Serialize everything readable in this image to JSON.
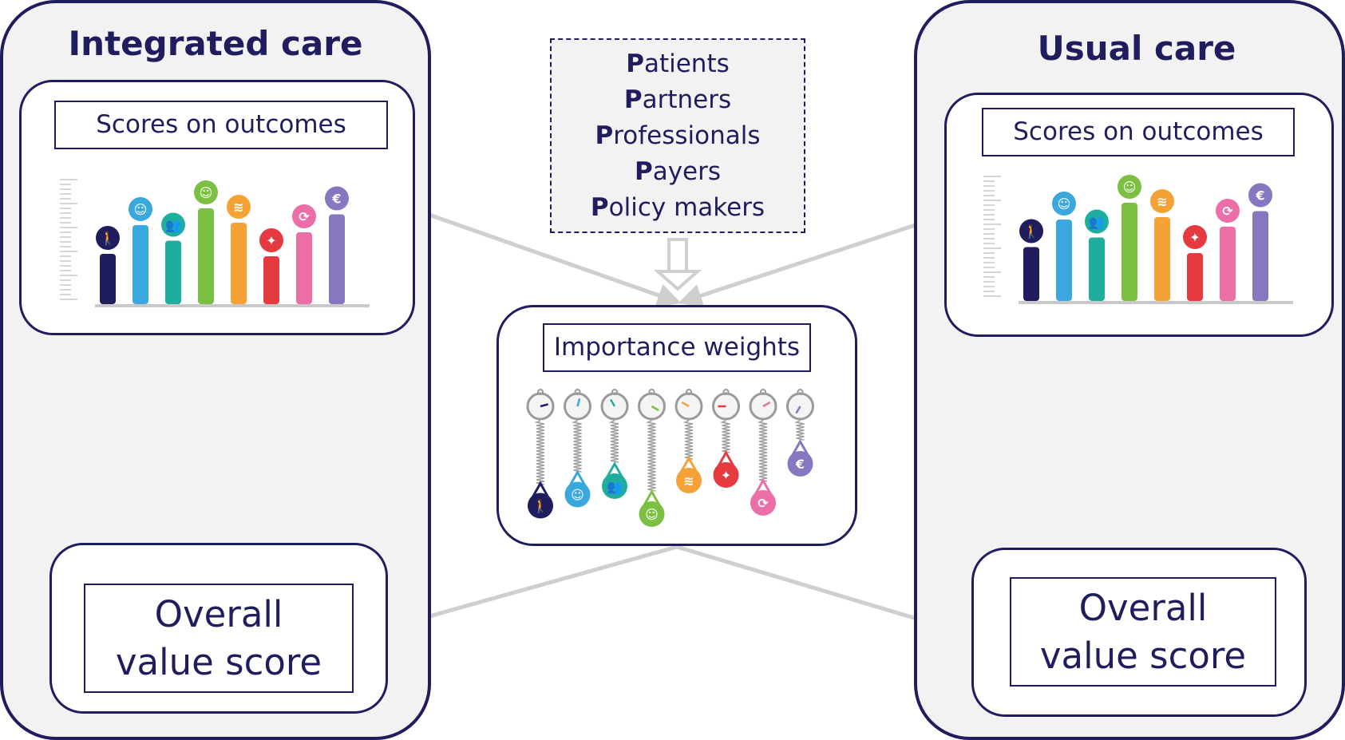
{
  "left_panel": {
    "title": "Integrated care",
    "scores_label": "Scores on outcomes",
    "value_line1": "Overall",
    "value_line2": "value score"
  },
  "right_panel": {
    "title": "Usual care",
    "scores_label": "Scores on outcomes",
    "value_line1": "Overall",
    "value_line2": "value score"
  },
  "stakeholders": [
    {
      "initial": "P",
      "rest": "atients"
    },
    {
      "initial": "P",
      "rest": "artners"
    },
    {
      "initial": "P",
      "rest": "rofessionals"
    },
    {
      "initial": "P",
      "rest": "ayers"
    },
    {
      "initial": "P",
      "rest": "olicy makers"
    }
  ],
  "weights": {
    "label": "Importance weights"
  },
  "outcome_icons": [
    {
      "name": "walking-person-icon",
      "glyph": "🚶",
      "color": "#1f1d5e"
    },
    {
      "name": "head-icon",
      "glyph": "☺",
      "color": "#3aa8dc"
    },
    {
      "name": "people-icon",
      "glyph": "👥",
      "color": "#1fae9e"
    },
    {
      "name": "smiley-icon",
      "glyph": "☺",
      "color": "#7bc043"
    },
    {
      "name": "signal-icon",
      "glyph": "≋",
      "color": "#f4a235"
    },
    {
      "name": "person-arrows-icon",
      "glyph": "✦",
      "color": "#e53a3f"
    },
    {
      "name": "cycle-icon",
      "glyph": "⟳",
      "color": "#ec6ea6"
    },
    {
      "name": "euro-icon",
      "glyph": "€",
      "color": "#8677c0"
    }
  ],
  "left_bar_levels": [
    0.42,
    0.66,
    0.53,
    0.8,
    0.68,
    0.4,
    0.6,
    0.75
  ],
  "right_bar_levels": [
    0.45,
    0.68,
    0.53,
    0.82,
    0.7,
    0.4,
    0.62,
    0.75
  ],
  "weight_levels": [
    0.75,
    0.55,
    0.4,
    0.9,
    0.3,
    0.2,
    0.7,
    0.0
  ],
  "colors": {
    "navy": "#1f1d5e",
    "panel_fill": "#f2f2f2",
    "arrow": "#cfcfcf"
  }
}
